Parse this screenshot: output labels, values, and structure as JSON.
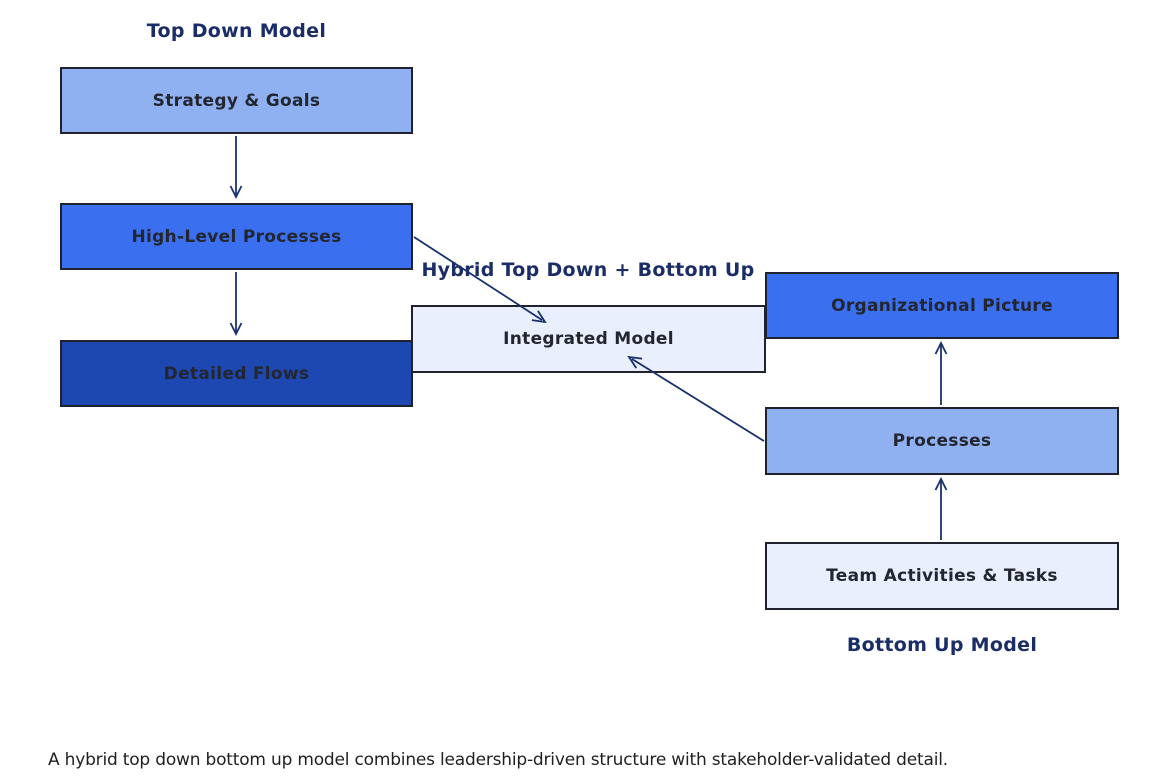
{
  "titles": {
    "top_down": "Top Down Model",
    "hybrid": "Hybrid Top Down + Bottom Up",
    "bottom_up": "Bottom Up Model"
  },
  "boxes": {
    "strategy": {
      "label": "Strategy & Goals"
    },
    "high_level": {
      "label": "High-Level Processes"
    },
    "detailed": {
      "label": "Detailed Flows"
    },
    "integrated": {
      "label": "Integrated Model"
    },
    "org_picture": {
      "label": "Organizational Picture"
    },
    "processes": {
      "label": "Processes"
    },
    "team_activities": {
      "label": "Team Activities & Tasks"
    }
  },
  "caption": "A hybrid top down bottom up model combines leadership-driven structure with stakeholder-validated detail.",
  "colors": {
    "light_blue": "#8fb1f2",
    "medium_blue": "#3a6ff0",
    "dark_blue": "#1d48b2",
    "pale_blue": "#e9effc",
    "border": "#20232e",
    "title_navy": "#1b2d66",
    "arrow_navy": "#18316d",
    "box_text": "#23262f",
    "caption_text": "#1f1f1f"
  }
}
